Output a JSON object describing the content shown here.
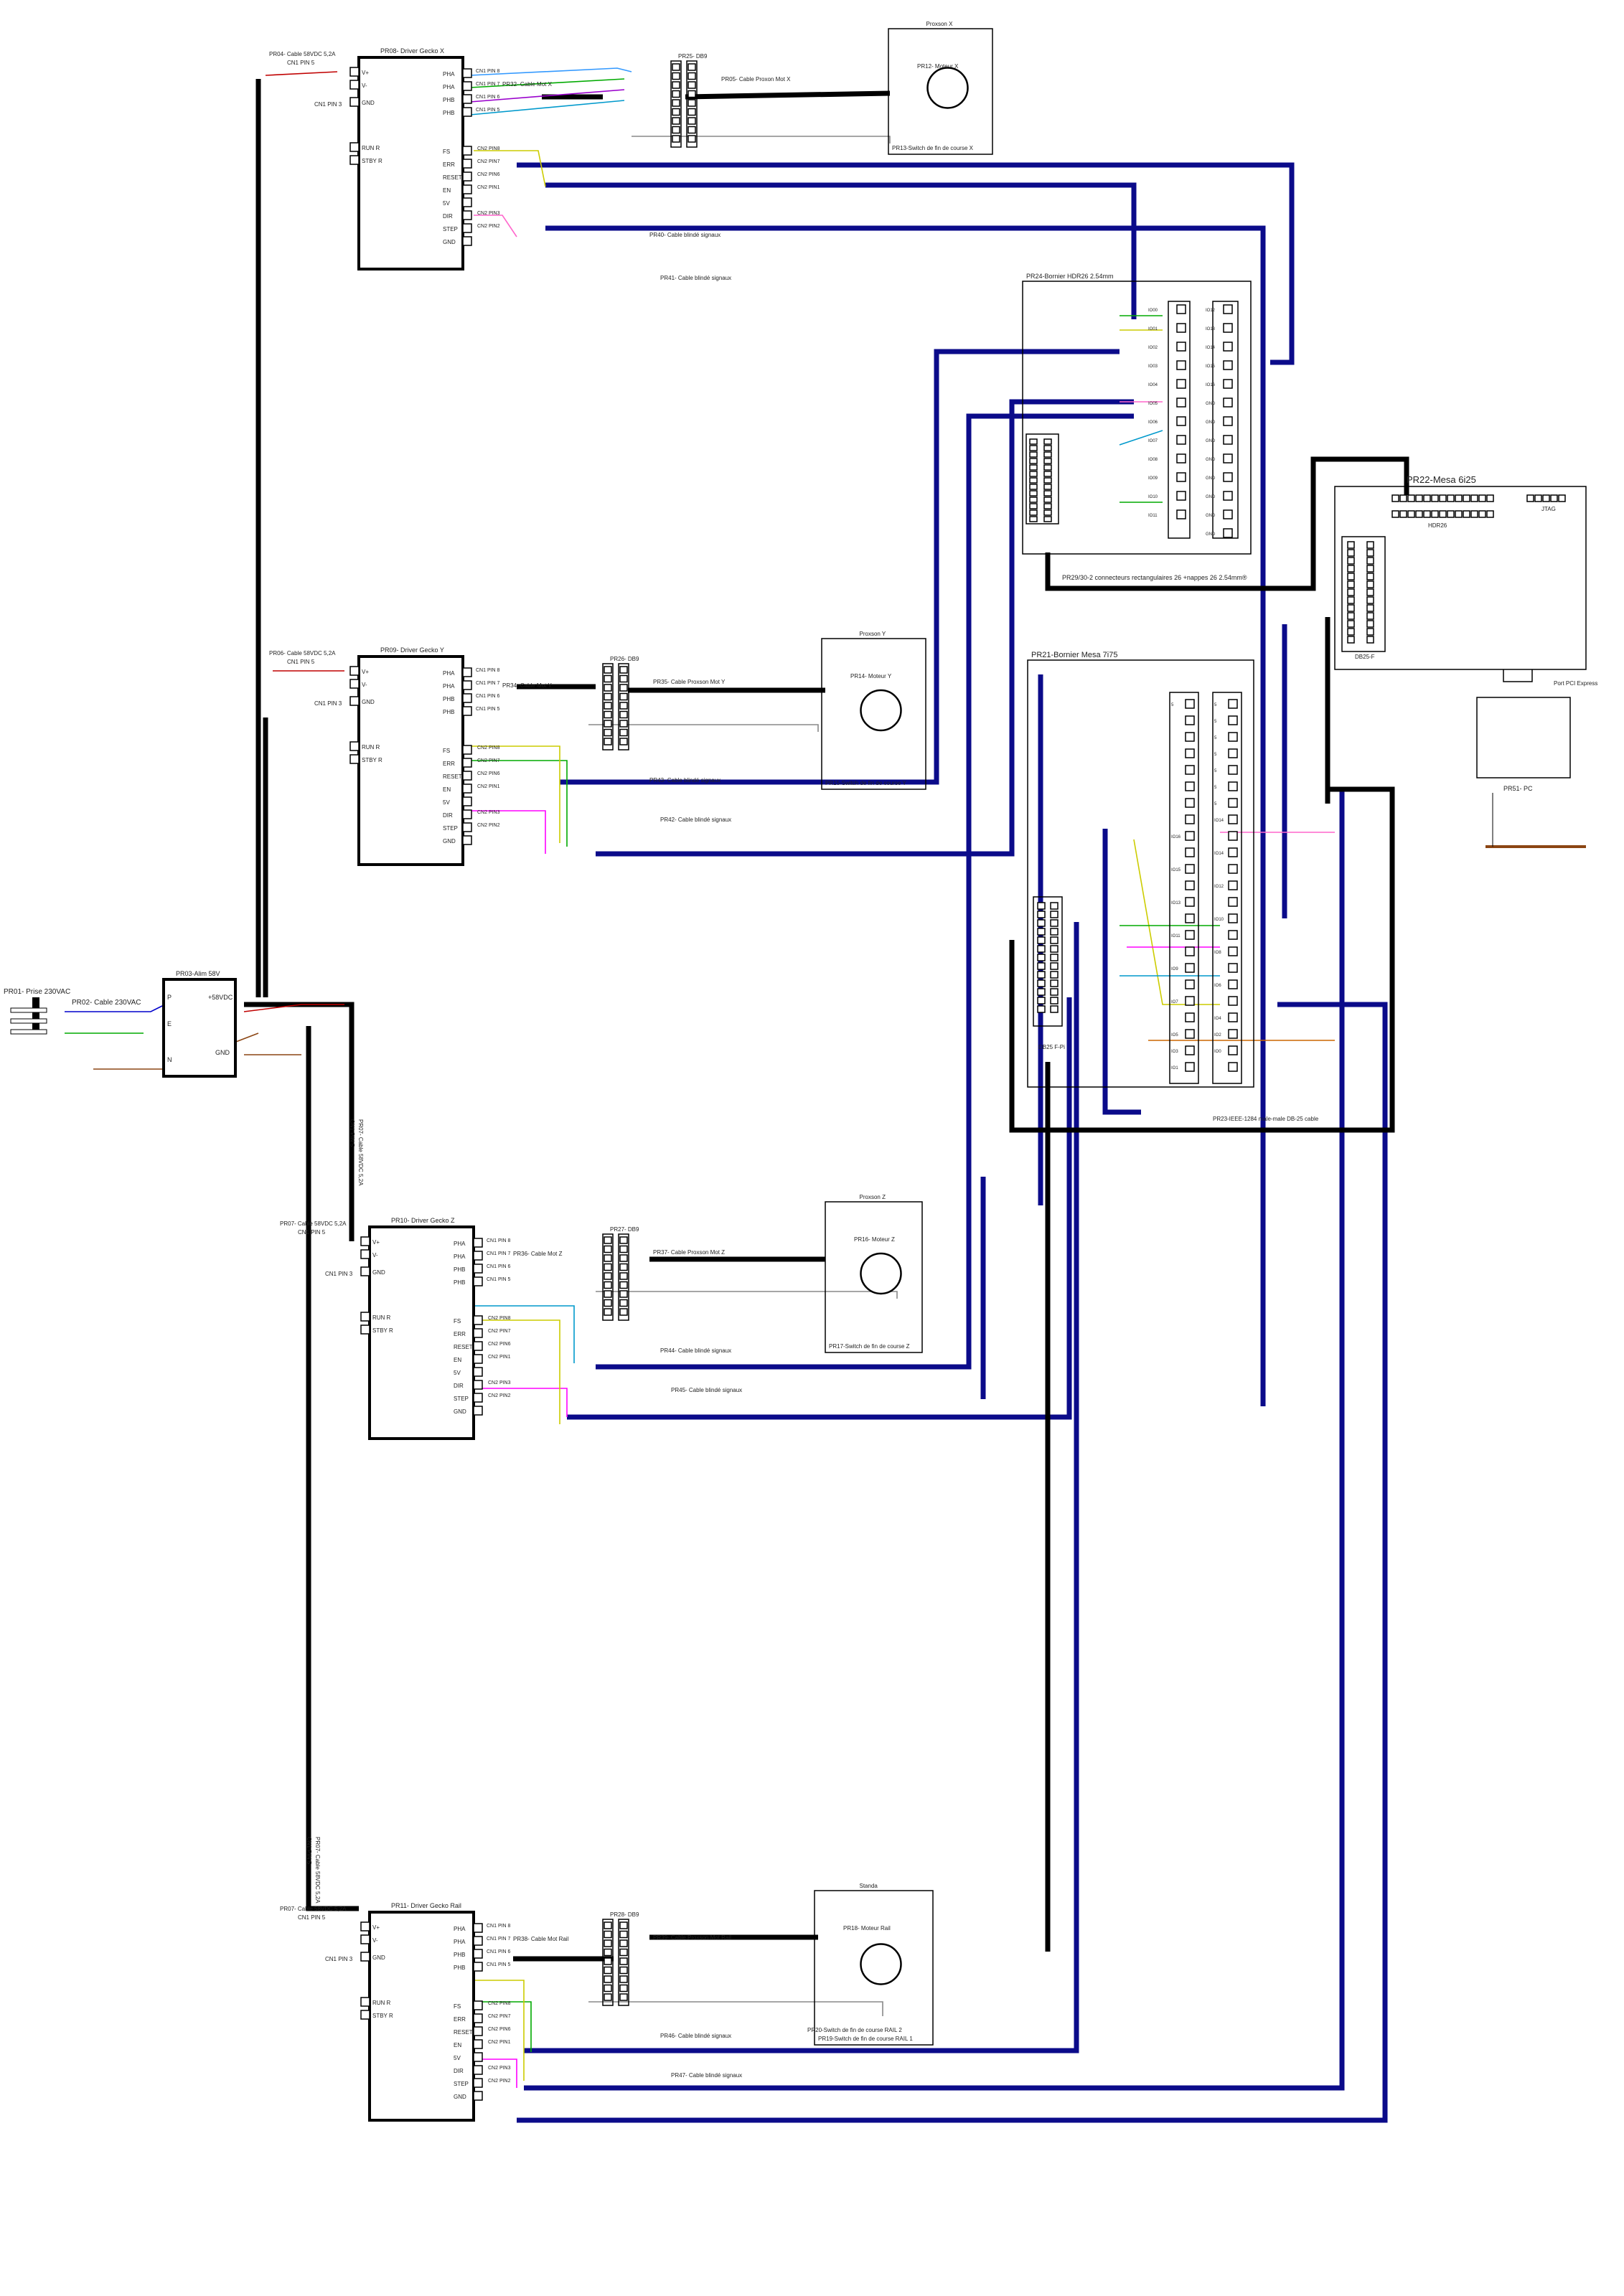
{
  "power": {
    "plug": "PR01- Prise 230VAC",
    "cable230": "PR02- Cable 230VAC",
    "psu": {
      "title": "PR03-Alim 58V",
      "p": "P",
      "e": "E",
      "n": "N",
      "out": "+58VDC",
      "gnd": "GND"
    }
  },
  "drivers": [
    {
      "id": "x",
      "title": "PR08- Driver Gecko X",
      "cable": "PR04- Cable 58VDC 5,2A",
      "cn1": "CN1 PIN 5",
      "cn1b": "CN1 PIN 3",
      "left_pins": [
        "V+",
        "V-",
        "GND",
        "RUN R",
        "STBY R"
      ],
      "right_pins": [
        "PHA",
        "PHA",
        "PHB",
        "PHB",
        "FS",
        "ERR",
        "RESET",
        "EN",
        "5V",
        "DIR",
        "STEP",
        "GND"
      ],
      "phase_labels": [
        "CN1 PIN 8",
        "CN1 PIN 7",
        "CN1 PIN 6",
        "CN1 PIN 5"
      ],
      "signal_labels": [
        "CN2 PIN8",
        "CN2 PIN7",
        "CN2 PIN6",
        "CN2 PIN1",
        "CN2 PIN3",
        "CN2 PIN2"
      ],
      "motcable": "PR32- Cable Mot X",
      "db9": "PR25- DB9",
      "prosxon_cable": "PR05- Cable Proxon Mot X",
      "box_title": "Proxson X",
      "motor": "PR12- Moteur X",
      "switch": "PR13-Switch de fin de course X",
      "sig1": "PR40- Cable blindé signaux",
      "sig2": "PR41- Cable blindé signaux"
    },
    {
      "id": "y",
      "title": "PR09- Driver Gecko Y",
      "cable": "PR06- Cable 58VDC 5,2A",
      "cn1": "CN1 PIN 5",
      "cn1b": "CN1 PIN 3",
      "left_pins": [
        "V+",
        "V-",
        "GND",
        "RUN R",
        "STBY R"
      ],
      "right_pins": [
        "PHA",
        "PHA",
        "PHB",
        "PHB",
        "FS",
        "ERR",
        "RESET",
        "EN",
        "5V",
        "DIR",
        "STEP",
        "GND"
      ],
      "phase_labels": [
        "CN1 PIN 8",
        "CN1 PIN 7",
        "CN1 PIN 6",
        "CN1 PIN 5"
      ],
      "signal_labels": [
        "CN2 PIN8",
        "CN2 PIN7",
        "CN2 PIN6",
        "CN2 PIN1",
        "CN2 PIN3",
        "CN2 PIN2"
      ],
      "motcable": "PR34- Cable Mot Y",
      "db9": "PR26- DB9",
      "prosxon_cable": "PR35- Cable Proxson Mot Y",
      "box_title": "Proxson Y",
      "motor": "PR14- Moteur Y",
      "switch": "PR15-Switch de fin de course Y",
      "sig1": "PR43- Cable blindé signaux",
      "sig2": "PR42- Cable blindé signaux"
    },
    {
      "id": "z",
      "title": "PR10- Driver Gecko Z",
      "cable": "PR07- Cable 58VDC 5,2A",
      "cn1": "CN1 PIN 5",
      "cn1b": "CN1 PIN 3",
      "left_pins": [
        "V+",
        "V-",
        "GND",
        "RUN R",
        "STBY R"
      ],
      "right_pins": [
        "PHA",
        "PHA",
        "PHB",
        "PHB",
        "FS",
        "ERR",
        "RESET",
        "EN",
        "5V",
        "DIR",
        "STEP",
        "GND"
      ],
      "phase_labels": [
        "CN1 PIN 8",
        "CN1 PIN 7",
        "CN1 PIN 6",
        "CN1 PIN 5"
      ],
      "signal_labels": [
        "CN2 PIN8",
        "CN2 PIN7",
        "CN2 PIN6",
        "CN2 PIN1",
        "CN2 PIN3",
        "CN2 PIN2"
      ],
      "motcable": "PR36- Cable Mot Z",
      "db9": "PR27- DB9",
      "prosxon_cable": "PR37- Cable Proxson Mot Z",
      "box_title": "Proxson Z",
      "motor": "PR16- Moteur Z",
      "switch": "PR17-Switch de fin de course Z",
      "sig1": "PR44- Cable blindé signaux",
      "sig2": "PR45- Cable blindé signaux"
    },
    {
      "id": "r",
      "title": "PR11- Driver Gecko Rail",
      "cable": "PR07- Cable 58VDC 5,2A",
      "cn1": "CN1 PIN 5",
      "cn1b": "CN1 PIN 3",
      "left_pins": [
        "V+",
        "V-",
        "GND",
        "RUN R",
        "STBY R"
      ],
      "right_pins": [
        "PHA",
        "PHA",
        "PHB",
        "PHB",
        "FS",
        "ERR",
        "RESET",
        "EN",
        "5V",
        "DIR",
        "STEP",
        "GND"
      ],
      "phase_labels": [
        "CN1 PIN 8",
        "CN1 PIN 7",
        "CN1 PIN 6",
        "CN1 PIN 5"
      ],
      "signal_labels": [
        "CN2 PIN8",
        "CN2 PIN7",
        "CN2 PIN6",
        "CN2 PIN1",
        "CN2 PIN3",
        "CN2 PIN2"
      ],
      "motcable": "PR38- Cable Mot Rail",
      "db9": "PR28- DB9",
      "prosxon_cable": "PR39- Cable Proxson Mot Rail",
      "box_title": "Standa",
      "motor": "PR18- Moteur Rail",
      "switch": "PR19-Switch de fin de course RAIL 1",
      "switch2": "PR20-Switch de fin de course RAIL 2",
      "sig1": "PR46- Cable blindé signaux",
      "sig2": "PR47- Cable blindé signaux"
    }
  ],
  "hdr": {
    "title": "PR24-Bornier HDR26 2.54mm",
    "footer": "PR29/30-2 connecteurs rectangulaires 26 +nappes 26 2.54mm®",
    "left_labels": [
      "IO00",
      "IO01",
      "IO02",
      "IO03",
      "IO04",
      "IO05",
      "IO06",
      "IO07",
      "IO08",
      "IO09",
      "IO10",
      "IO11"
    ],
    "right_labels": [
      "IO12",
      "IO13",
      "IO14",
      "IO15",
      "IO16",
      "GND",
      "GND",
      "GND",
      "GND",
      "GND",
      "GND",
      "GND",
      "GND"
    ]
  },
  "mesa6i25": {
    "title": "PR22-Mesa 6i25",
    "hdr": "HDR26",
    "jtag": "JTAG",
    "db25": "DB25-F",
    "pcie": "Port PCI Express"
  },
  "pc": {
    "title": "PR51- PC"
  },
  "mesa7i75": {
    "title": "PR21-Bornier Mesa 7i75",
    "db25": "DB25 F-Pi",
    "cable": "PR23-IEEE-1284 male-male DB-25 cable",
    "col1": [
      "5",
      "",
      "",
      "",
      "",
      "",
      "",
      "",
      "IO16",
      "",
      "IO15",
      "",
      "IO13",
      "",
      "IO11",
      "",
      "IO9",
      "",
      "IO7",
      "",
      "IO5",
      "IO3",
      "IO1"
    ],
    "col2": [
      "5",
      "5",
      "5",
      "5",
      "5",
      "5",
      "5",
      "IO14",
      "",
      "IO14",
      "",
      "IO12",
      "",
      "IO10",
      "",
      "IO8",
      "",
      "IO6",
      "",
      "IO4",
      "IO2",
      "IO0",
      ""
    ]
  },
  "labels": {
    "vert_cable1": "PR07- Cable 58VDC 5,2A",
    "vert_cn": "CN1 PIN 5",
    "vert_cable2": "PR07- Cable 58VDC 5,2A",
    "vert_cn2": "CN1 PIN 5"
  }
}
